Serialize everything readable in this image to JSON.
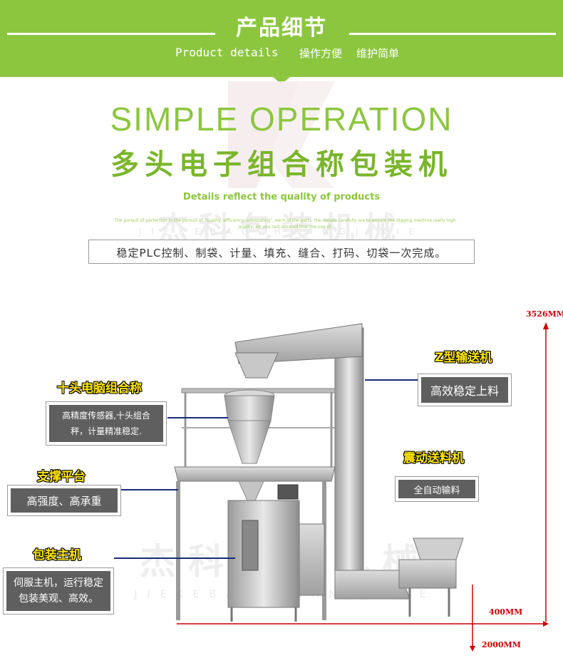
{
  "banner": {
    "title": "产品细节",
    "subtitle_en": "Product details",
    "subtitle_1": "操作方便",
    "subtitle_2": "维护简单"
  },
  "headline": "SIMPLE OPERATION",
  "product_name": "多头电子组合称包装机",
  "watermark": {
    "company": "杰科包装机械",
    "pinyin": "JIEKEBAOZHUANGJIXIE"
  },
  "details": {
    "heading": "Details reflect the quality of products",
    "text": "The pursuit of perfection in the pursuit of \"quality, efficiency, advocating\", each of the parts, the details carefully are to ensure the digging machine really high quality, let you rest assured that the use of."
  },
  "summary": "稳定PLC控制、制袋、计量、填充、缝合、打码、切袋一次完成。",
  "dimensions": {
    "height": "3526MM",
    "length": "400MM",
    "width": "2000MM"
  },
  "callouts": {
    "weigher": {
      "title": "十头电脑组合称",
      "desc": "高精度传感器,十头组合秤，计量精准稳定."
    },
    "platform": {
      "title": "支撑平台",
      "desc": "高强度、高承重"
    },
    "main_machine": {
      "title": "包装主机",
      "desc": "伺服主机，运行稳定包装美观、高效。"
    },
    "conveyor": {
      "title": "Z型输送机",
      "desc": "高效稳定上料"
    },
    "feeder": {
      "title": "震动送料机",
      "desc": "全自动输料"
    }
  },
  "colors": {
    "brand_green": "#8cc63f",
    "dimension_red": "#cc0000",
    "label_yellow": "#ffe600",
    "desc_gray": "#5f5f5f"
  }
}
